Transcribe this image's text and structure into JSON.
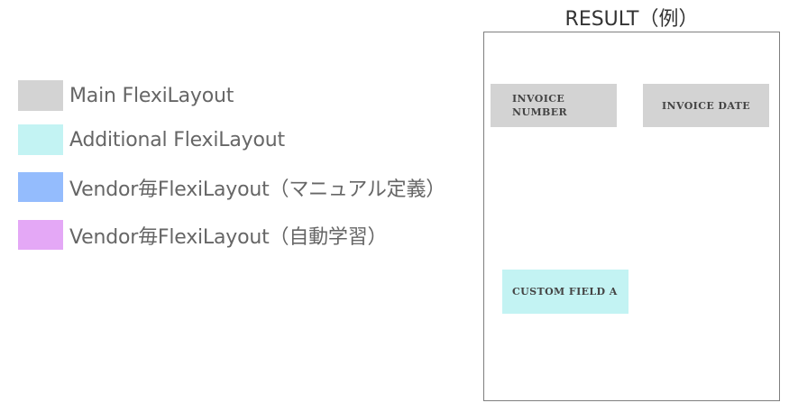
{
  "legend": {
    "items": [
      {
        "label": "Main FlexiLayout",
        "color": "#d3d3d3"
      },
      {
        "label": "Additional FlexiLayout",
        "color": "#c3f3f3"
      },
      {
        "label": "Vendor毎FlexiLayout（マニュアル定義）",
        "color": "#94bcfd"
      },
      {
        "label": "Vendor毎FlexiLayout（自動学習）",
        "color": "#e4a8f6"
      }
    ]
  },
  "result": {
    "title": "RESULT（例）",
    "fields": [
      {
        "label": "INVOICE NUMBER",
        "layout": "Main FlexiLayout",
        "color": "#d3d3d3"
      },
      {
        "label": "INVOICE DATE",
        "layout": "Main FlexiLayout",
        "color": "#d3d3d3"
      },
      {
        "label": "CUSTOM FIELD A",
        "layout": "Additional FlexiLayout",
        "color": "#c3f3f3"
      }
    ]
  }
}
